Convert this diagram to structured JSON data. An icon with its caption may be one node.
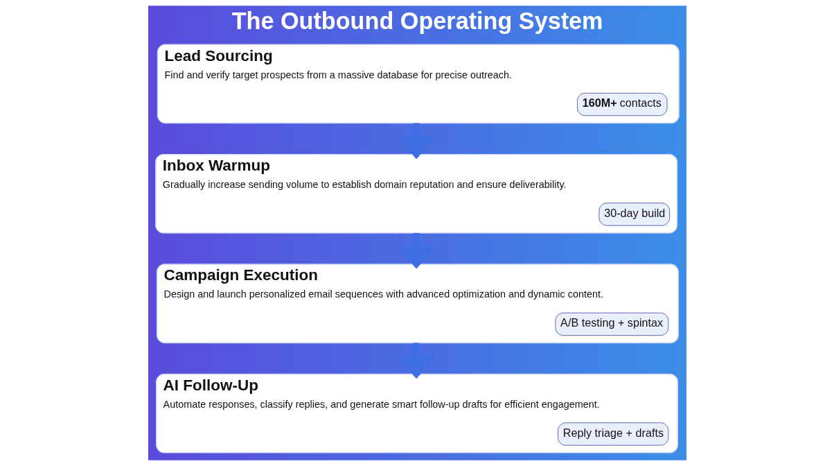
{
  "diagram": {
    "title": "The Outbound Operating System",
    "nodes": [
      {
        "text": [
          "Lead Sourcing",
          "Find and verify target prospects from a massive database for precise outreach."
        ]
      },
      {
        "text": [
          "**160M+** contacts"
        ],
        "in": 0
      },
      {
        "text": [
          "Inbox Warmup",
          "Gradually increase sending volume to establish domain reputation and ensure deliverability."
        ]
      },
      {
        "text": [
          "30-day build"
        ],
        "in": 2
      },
      {
        "text": [
          "Campaign Execution",
          "Design and launch personalized email sequences with advanced optimization and dynamic content."
        ]
      },
      {
        "text": [
          "A/B testing + spintax"
        ],
        "in": 4
      },
      {
        "text": [
          "AI Follow-Up",
          "Automate responses, classify replies, and generate smart follow-up drafts for efficient engagement."
        ]
      },
      {
        "text": [
          "Reply triage + drafts"
        ],
        "in": 6
      }
    ],
    "edges": [
      {
        "from": 0,
        "to": 2,
        "arrow": "to"
      },
      {
        "from": 2,
        "to": 4,
        "arrow": "to"
      },
      {
        "from": 4,
        "to": 6,
        "arrow": "to"
      }
    ]
  }
}
